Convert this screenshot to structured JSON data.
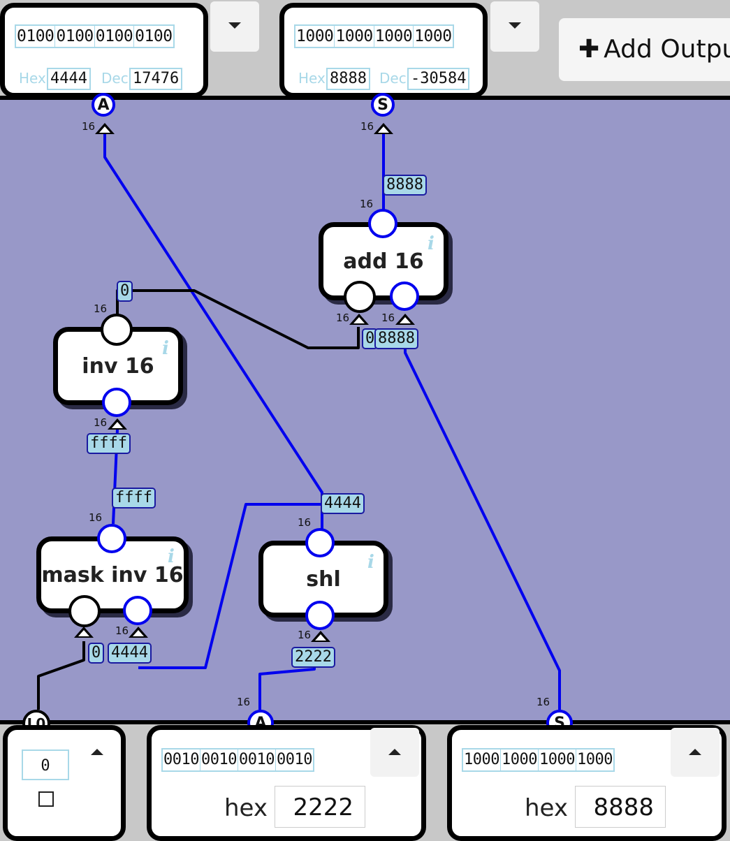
{
  "top_inputs": [
    {
      "name": "A",
      "bits": [
        "0100",
        "0100",
        "0100",
        "0100"
      ],
      "hex_label": "Hex",
      "hex": "4444",
      "dec_label": "Dec",
      "dec": "17476"
    },
    {
      "name": "S",
      "bits": [
        "1000",
        "1000",
        "1000",
        "1000"
      ],
      "hex_label": "Hex",
      "hex": "8888",
      "dec_label": "Dec",
      "dec": "-30584"
    }
  ],
  "add_output_label": "Add Outpu",
  "gates": {
    "add": "add 16",
    "inv": "inv 16",
    "mask": "mask inv 16",
    "shl": "shl",
    "info": "i"
  },
  "wire_labels": {
    "s_in": "8888",
    "inv_a": "0",
    "add_a": "0",
    "add_b": "8888",
    "inv_out": "ffff",
    "mask_a_in": "ffff",
    "shl_out": "4444",
    "mask_b": "0",
    "mask_c": "4444",
    "shl_in": "2222"
  },
  "widths": {
    "w": "16"
  },
  "bottom_outputs": [
    {
      "name": "L0",
      "value": "0"
    },
    {
      "name": "A",
      "bits": [
        "0010",
        "0010",
        "0010",
        "0010"
      ],
      "hex_label": "hex",
      "hex": "2222"
    },
    {
      "name": "S",
      "bits": [
        "1000",
        "1000",
        "1000",
        "1000"
      ],
      "hex_label": "hex",
      "hex": "8888"
    }
  ],
  "colors": {
    "canvas": "#9898c8",
    "wire_bus": "#0000ee",
    "wire_single": "#000000",
    "label_fill": "#a8d8e8"
  }
}
